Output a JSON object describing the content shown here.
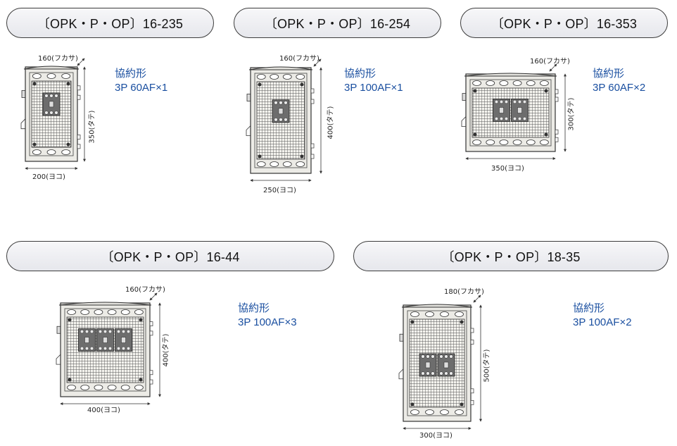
{
  "products": [
    {
      "title": "〔OPK・P・OP〕16-235",
      "spec_line1": "協約形",
      "spec_line2": "3P 60AF×1",
      "depth_label": "160(フカサ)",
      "height_label": "350(タテ)",
      "width_label": "200(ヨコ)"
    },
    {
      "title": "〔OPK・P・OP〕16-254",
      "spec_line1": "協約形",
      "spec_line2": "3P 100AF×1",
      "depth_label": "160(フカサ)",
      "height_label": "400(タテ)",
      "width_label": "250(ヨコ)"
    },
    {
      "title": "〔OPK・P・OP〕16-353",
      "spec_line1": "協約形",
      "spec_line2": "3P 60AF×2",
      "depth_label": "160(フカサ)",
      "height_label": "300(タテ)",
      "width_label": "350(ヨコ)"
    },
    {
      "title": "〔OPK・P・OP〕16-44",
      "spec_line1": "協約形",
      "spec_line2": "3P 100AF×3",
      "depth_label": "160(フカサ)",
      "height_label": "400(タテ)",
      "width_label": "400(ヨコ)"
    },
    {
      "title": "〔OPK・P・OP〕18-35",
      "spec_line1": "協約形",
      "spec_line2": "3P 100AF×2",
      "depth_label": "180(フカサ)",
      "height_label": "500(タテ)",
      "width_label": "300(ヨコ)"
    }
  ],
  "colors": {
    "spec_text": "#1a4fa0",
    "panel_fill": "#ecebe6",
    "grid_line": "#555555",
    "breaker": "#6d6d6d"
  }
}
